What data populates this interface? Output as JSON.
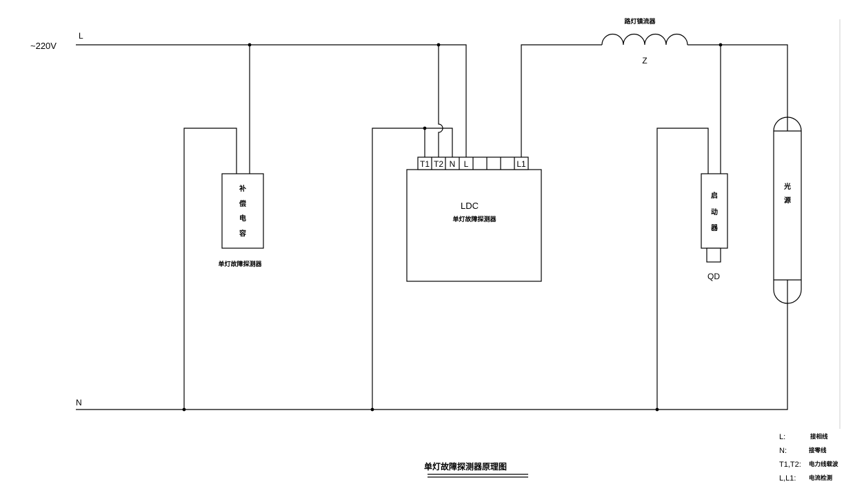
{
  "supply": {
    "voltage": "~220V",
    "phase_label": "L",
    "neutral_label": "N"
  },
  "ballast": {
    "title": "路灯镇流器",
    "symbol": "Z"
  },
  "capacitor": {
    "chars": [
      "补",
      "偿",
      "电",
      "容"
    ],
    "caption": "单灯故障探测器"
  },
  "detector": {
    "terminals": [
      "T1",
      "T2",
      "N",
      "L",
      "",
      "",
      "",
      "L1"
    ],
    "code": "LDC",
    "name": "单灯故障探测器"
  },
  "starter": {
    "chars": [
      "启",
      "动",
      "器"
    ],
    "code": "QD"
  },
  "lamp": {
    "chars": [
      "光",
      "源"
    ]
  },
  "diagram_title": "单灯故障探测器原理图",
  "legend": [
    {
      "key": "L:",
      "desc": "接相线"
    },
    {
      "key": "N:",
      "desc": "接零线"
    },
    {
      "key": "T1,T2:",
      "desc": "电力线载波"
    },
    {
      "key": "L,L1:",
      "desc": "电流检测"
    }
  ]
}
